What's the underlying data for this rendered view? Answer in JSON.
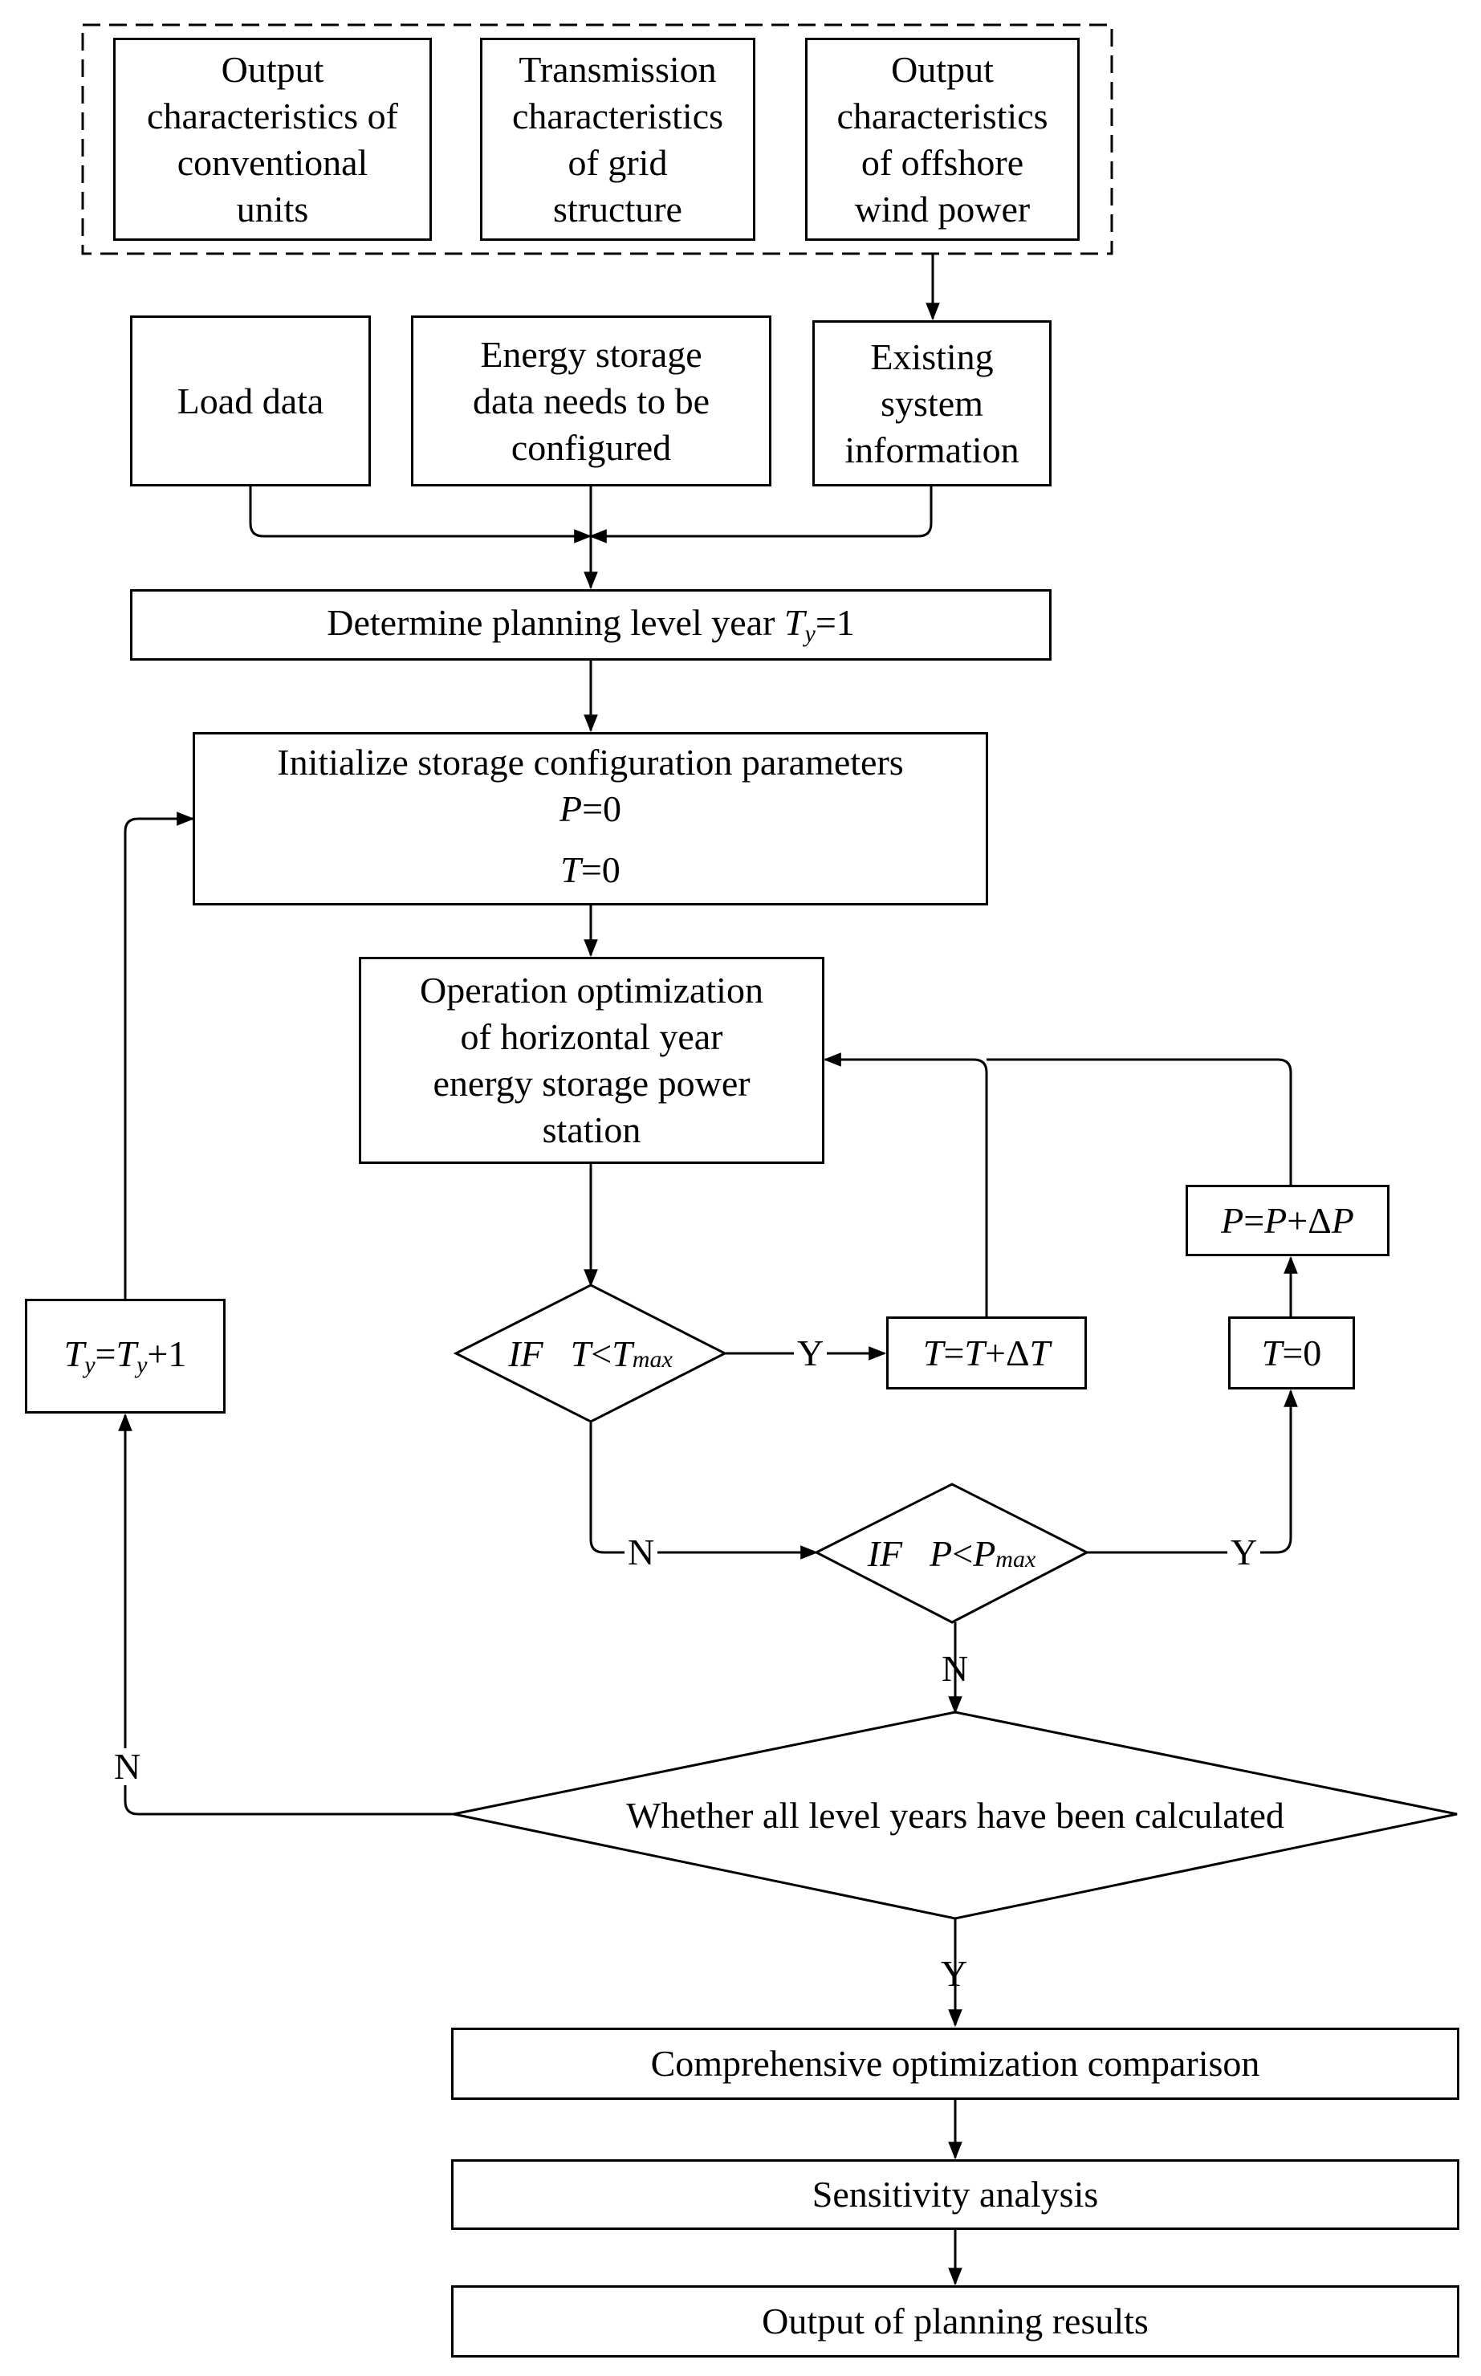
{
  "inputs": {
    "conventional": [
      "Output",
      "characteristics of",
      "conventional",
      "units"
    ],
    "grid": [
      "Transmission",
      "characteristics",
      "of grid",
      "structure"
    ],
    "offshore": [
      "Output",
      "characteristics",
      "of offshore",
      "wind power"
    ]
  },
  "load_data": "Load data",
  "storage_data": [
    "Energy storage",
    "data needs to be",
    "configured"
  ],
  "existing_system": [
    "Existing",
    "system",
    "information"
  ],
  "determine": {
    "text": "Determine planning level year ",
    "var": "T",
    "sub": "y",
    "rest": "=1"
  },
  "initialize": {
    "line1": "Initialize storage configuration parameters",
    "p_var": "P",
    "p_rest": "=0",
    "t_var": "T",
    "t_rest": "=0"
  },
  "operation": [
    "Operation optimization",
    "of horizontal year",
    "energy storage power",
    "station"
  ],
  "increment_t": {
    "a": "T",
    "eq": "=",
    "b": "T",
    "plus": "+Δ",
    "c": "T"
  },
  "increment_p": {
    "a": "P",
    "eq": "=",
    "b": "P",
    "plus": "+Δ",
    "c": "P"
  },
  "reset_t": {
    "var": "T",
    "rest": "=0"
  },
  "increment_ty": {
    "a": "T",
    "sub1": "y",
    "eq": "=",
    "b": "T",
    "sub2": "y",
    "rest": "+1"
  },
  "decision_t": {
    "if": "IF",
    "var": "T",
    "op": "<",
    "lim": "T",
    "sub": "max"
  },
  "decision_p": {
    "if": "IF",
    "var": "P",
    "op": "<",
    "lim": "P",
    "sub": "max"
  },
  "decision_years": "Whether all level years have been calculated",
  "comprehensive": "Comprehensive optimization comparison",
  "sensitivity": "Sensitivity analysis",
  "output_results": "Output of planning results",
  "labels": {
    "yes": "Y",
    "no": "N"
  }
}
